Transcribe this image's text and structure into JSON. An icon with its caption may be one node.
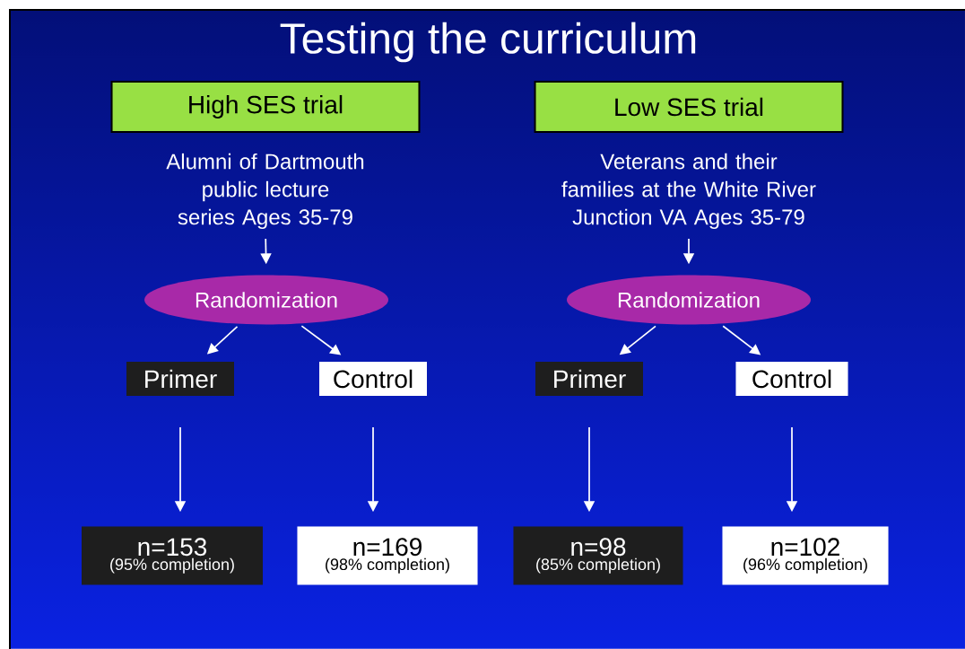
{
  "diagram": {
    "title": "Testing the curriculum",
    "nodes": [
      {
        "text": [
          "High SES trial"
        ]
      },
      {
        "text": [
          "Alumni of Dartmouth public lecture series Ages 35-79"
        ]
      },
      {
        "text": [
          "Randomization"
        ]
      },
      {
        "text": [
          "Primer"
        ]
      },
      {
        "text": [
          "Control"
        ]
      },
      {
        "text": [
          "n=153",
          "(95% completion)"
        ]
      },
      {
        "text": [
          "n=169",
          "(98% completion)"
        ]
      },
      {
        "text": [
          "Low SES trial"
        ]
      },
      {
        "text": [
          "Veterans and their families at the White River Junction VA Ages 35-79"
        ]
      },
      {
        "text": [
          "Randomization"
        ]
      },
      {
        "text": [
          "Primer"
        ]
      },
      {
        "text": [
          "Control"
        ]
      },
      {
        "text": [
          "n=98",
          "(85% completion)"
        ]
      },
      {
        "text": [
          "n=102",
          "(96% completion)"
        ]
      }
    ],
    "edges": [
      {
        "from": 1,
        "to": 2,
        "arrow": "to"
      },
      {
        "from": 2,
        "to": 3,
        "arrow": "to"
      },
      {
        "from": 2,
        "to": 4,
        "arrow": "to"
      },
      {
        "from": 3,
        "to": 5,
        "arrow": "to"
      },
      {
        "from": 4,
        "to": 6,
        "arrow": "to"
      },
      {
        "from": 8,
        "to": 9,
        "arrow": "to"
      },
      {
        "from": 9,
        "to": 10,
        "arrow": "to"
      },
      {
        "from": 9,
        "to": 11,
        "arrow": "to"
      },
      {
        "from": 10,
        "to": 12,
        "arrow": "to"
      },
      {
        "from": 11,
        "to": 13,
        "arrow": "to"
      }
    ]
  }
}
